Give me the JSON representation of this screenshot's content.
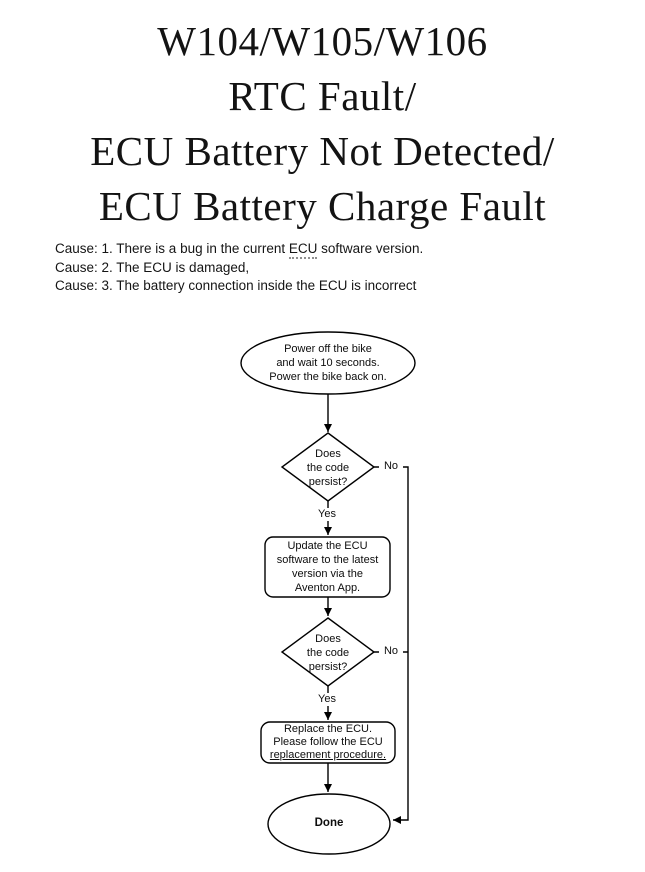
{
  "title": {
    "lines": [
      "W104/W105/W106",
      "RTC Fault/",
      "ECU Battery Not Detected/",
      "ECU Battery Charge Fault"
    ]
  },
  "causes": {
    "line1_prefix": "Cause: 1. There is a bug in the current ",
    "line1_underlined": "ECU",
    "line1_suffix": " software version.",
    "line2": "Cause: 2. The ECU is damaged,",
    "line3": "Cause: 3. The battery connection inside the ECU is incorrect"
  },
  "flowchart": {
    "start": {
      "lines": [
        "Power off the bike",
        "and wait 10 seconds.",
        "Power the bike back on."
      ]
    },
    "decision1": {
      "lines": [
        "Does",
        "the code",
        "persist?"
      ]
    },
    "update_step": {
      "lines": [
        "Update the ECU",
        "software to the latest",
        "version via the",
        "Aventon App."
      ]
    },
    "decision2": {
      "lines": [
        "Does",
        "the code",
        "persist?"
      ]
    },
    "replace_step": {
      "lines": [
        "Replace the ECU.",
        "Please follow the ECU"
      ],
      "link_line": "replacement procedure."
    },
    "done": {
      "label": "Done"
    },
    "edge_labels": {
      "yes1": "Yes",
      "no1": "No",
      "yes2": "Yes",
      "no2": "No"
    }
  },
  "colors": {
    "stroke": "#000000",
    "background": "#ffffff",
    "dotted_underline": "#8f8f8f"
  }
}
